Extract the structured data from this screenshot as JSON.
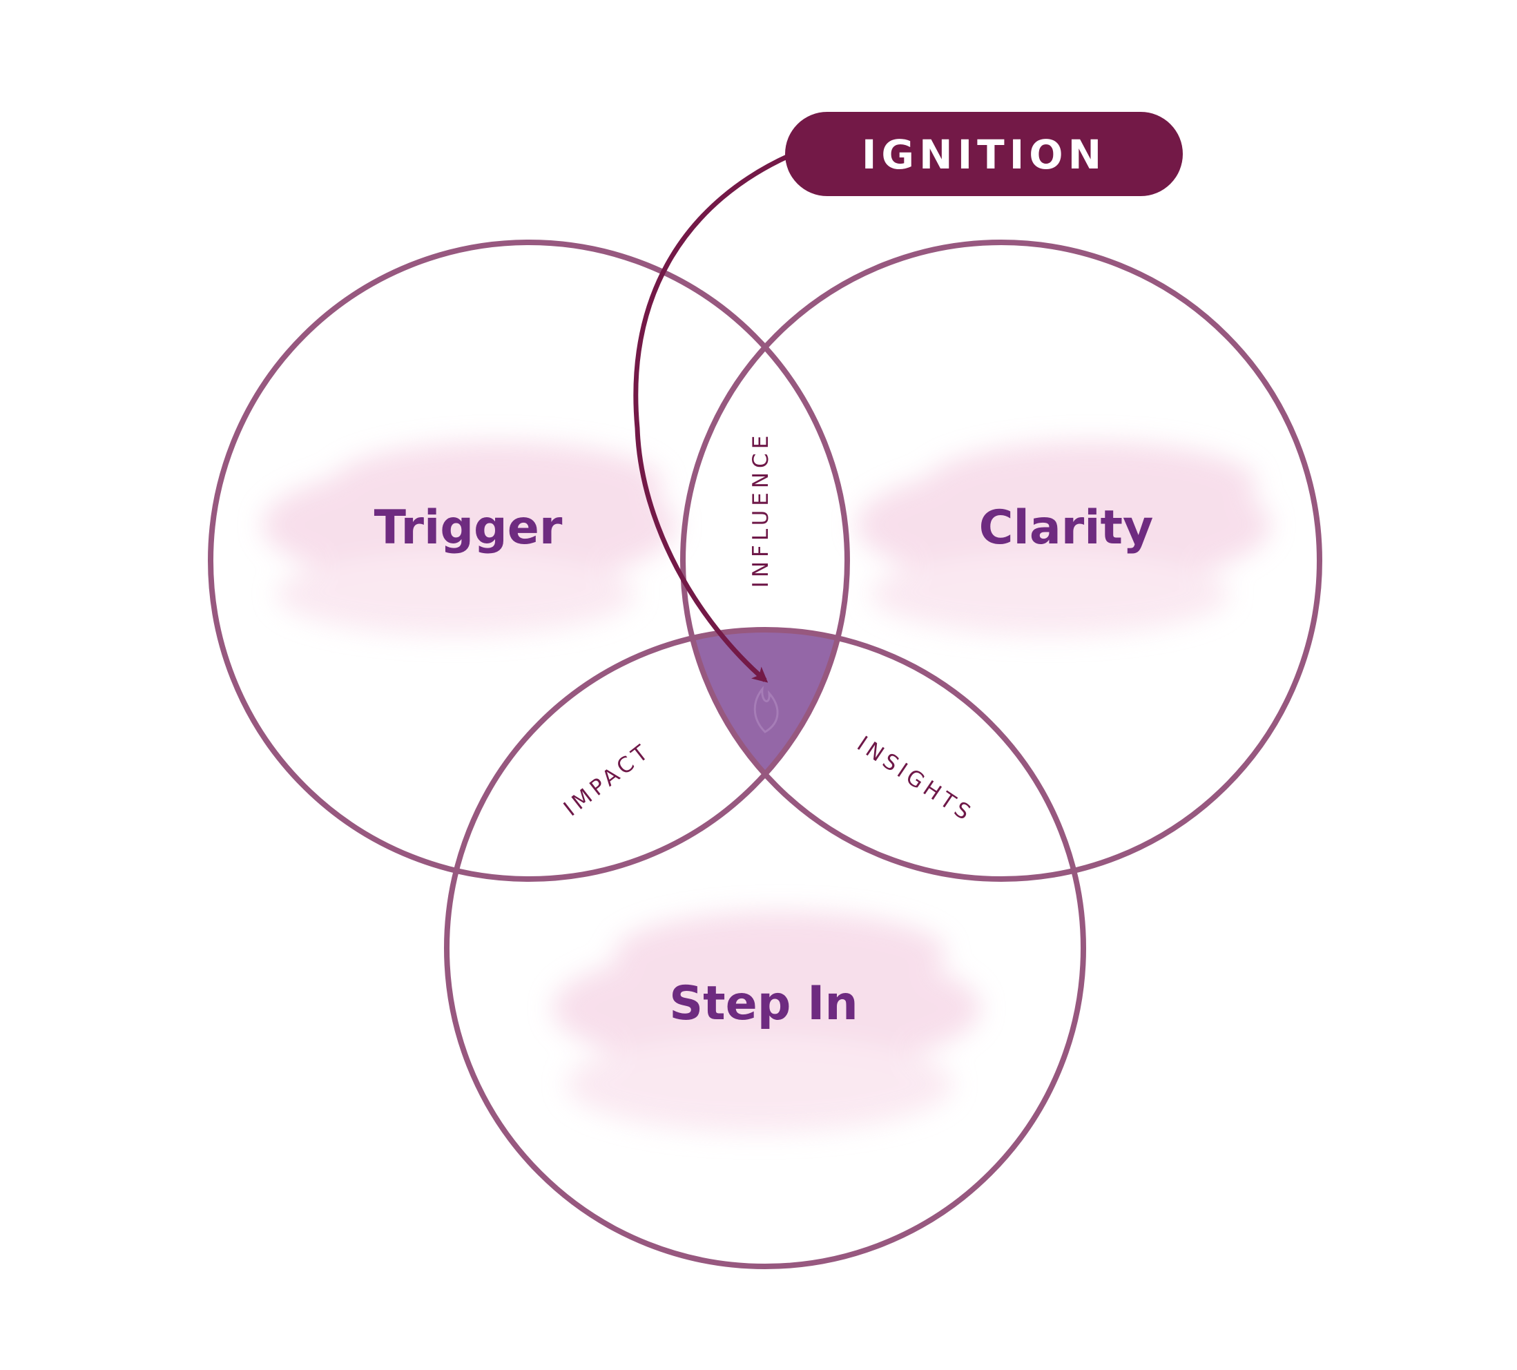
{
  "diagram": {
    "circles": [
      {
        "id": "trigger",
        "label": "Trigger"
      },
      {
        "id": "clarity",
        "label": "Clarity"
      },
      {
        "id": "step-in",
        "label": "Step In"
      }
    ],
    "overlaps": {
      "trigger_clarity": "INFLUENCE",
      "trigger_stepin": "IMPACT",
      "clarity_stepin": "INSIGHTS"
    },
    "pill": {
      "label": "IGNITION"
    },
    "colors": {
      "circle_stroke": "#97587f",
      "center_fill": "#9467a7",
      "pill_fill": "#731947",
      "arrow": "#731947",
      "wash": "#f2c5dc",
      "main_text": "#6e2b80",
      "overlap_text": "#6e1848"
    }
  }
}
